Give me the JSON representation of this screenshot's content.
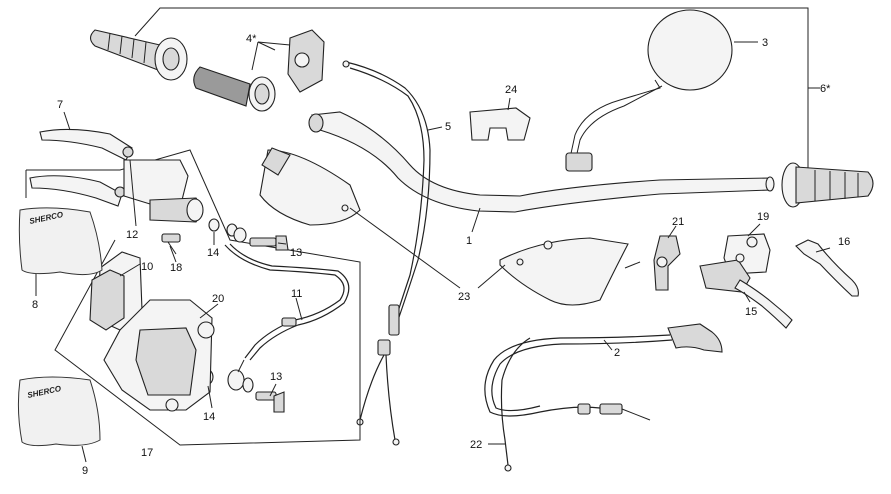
{
  "callouts": [
    {
      "id": "1",
      "text": "1"
    },
    {
      "id": "2",
      "text": "2"
    },
    {
      "id": "3",
      "text": "3"
    },
    {
      "id": "4",
      "text": "4*"
    },
    {
      "id": "5",
      "text": "5"
    },
    {
      "id": "6",
      "text": "6*"
    },
    {
      "id": "7",
      "text": "7"
    },
    {
      "id": "8",
      "text": "8"
    },
    {
      "id": "9",
      "text": "9"
    },
    {
      "id": "10",
      "text": "10"
    },
    {
      "id": "11",
      "text": "11"
    },
    {
      "id": "12",
      "text": "12"
    },
    {
      "id": "13a",
      "text": "13"
    },
    {
      "id": "13b",
      "text": "13"
    },
    {
      "id": "14a",
      "text": "14"
    },
    {
      "id": "14b",
      "text": "14"
    },
    {
      "id": "15",
      "text": "15"
    },
    {
      "id": "16",
      "text": "16"
    },
    {
      "id": "17",
      "text": "17"
    },
    {
      "id": "18",
      "text": "18"
    },
    {
      "id": "19",
      "text": "19"
    },
    {
      "id": "20",
      "text": "20"
    },
    {
      "id": "21",
      "text": "21"
    },
    {
      "id": "22",
      "text": "22"
    },
    {
      "id": "23",
      "text": "23"
    },
    {
      "id": "24",
      "text": "24"
    }
  ],
  "bag_branding": {
    "top": "SHERCO",
    "bottom": "SHERCO"
  },
  "icons": {
    "grip": "handlebar-grip-icon",
    "mirror": "mirror-icon",
    "lever": "lever-icon",
    "caliper": "brake-caliper-icon"
  }
}
